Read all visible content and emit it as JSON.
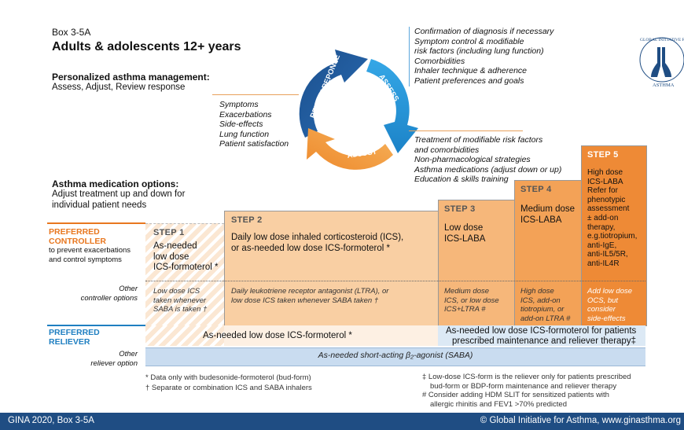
{
  "box_label": "Box 3-5A",
  "title": "Adults & adolescents 12+ years",
  "personalized": {
    "heading": "Personalized asthma management:",
    "sub": "Assess, Adjust, Review response"
  },
  "cycle": {
    "review_label": "REVIEW REPONSE",
    "assess_label": "ASSESS",
    "adjust_label": "ADJUST",
    "review_items": [
      "Symptoms",
      "Exacerbations",
      "Side-effects",
      "Lung function",
      "Patient satisfaction"
    ],
    "assess_items": [
      "Confirmation of diagnosis if necessary",
      "Symptom control & modifiable",
      "risk factors (including lung function)",
      "Comorbidities",
      "Inhaler technique & adherence",
      "Patient preferences and goals"
    ],
    "adjust_items": [
      "Treatment of modifiable risk factors",
      "and comorbidities",
      "Non-pharmacological strategies",
      "Asthma medications (adjust down or up)",
      "Education & skills training"
    ]
  },
  "logo": {
    "text_top": "GLOBAL INITIATIVE FOR",
    "text_bottom": "ASTHMA"
  },
  "medication": {
    "heading": "Asthma medication options:",
    "sub1": "Adjust treatment up and down for",
    "sub2": "individual patient needs"
  },
  "left_labels": {
    "preferred_controller_1": "PREFERRED",
    "preferred_controller_2": "CONTROLLER",
    "controller_sub1": "to prevent exacerbations",
    "controller_sub2": "and control symptoms",
    "other_controller_1": "Other",
    "other_controller_2": "controller options",
    "preferred_reliever_1": "PREFERRED",
    "preferred_reliever_2": "RELIEVER",
    "other_reliever_1": "Other",
    "other_reliever_2": "reliever option"
  },
  "steps": [
    {
      "label": "STEP 1",
      "lines": [
        "As-needed",
        "low dose",
        "ICS-formoterol *"
      ],
      "other": [
        "Low dose ICS",
        "taken whenever",
        "SABA is taken †"
      ]
    },
    {
      "label": "STEP 2",
      "lines": [
        "Daily low dose inhaled corticosteroid (ICS),",
        "or as-needed low dose ICS-formoterol *"
      ],
      "other": [
        "Daily leukotriene receptor antagonist (LTRA), or",
        "low dose ICS taken whenever SABA taken †"
      ]
    },
    {
      "label": "STEP 3",
      "lines": [
        "Low dose",
        "ICS-LABA"
      ],
      "other": [
        "Medium dose",
        "ICS, or low dose",
        "ICS+LTRA #"
      ]
    },
    {
      "label": "STEP 4",
      "lines": [
        "Medium dose",
        "ICS-LABA"
      ],
      "other": [
        "High dose",
        "ICS, add-on",
        "tiotropium, or",
        "add-on LTRA #"
      ]
    },
    {
      "label": "STEP 5",
      "lines": [
        "High dose",
        "ICS-LABA",
        "Refer for",
        "phenotypic",
        "assessment",
        "± add-on",
        "therapy,",
        "e.g.tiotropium,",
        "anti-IgE,",
        "anti-IL5/5R,",
        "anti-IL4R"
      ],
      "other": [
        "Add low dose",
        "OCS, but",
        "consider",
        "side-effects"
      ]
    }
  ],
  "reliever": {
    "left": "As-needed low dose ICS-formoterol *",
    "right_1": "As-needed low dose ICS-formoterol  for patients",
    "right_2": "prescribed maintenance and reliever therapy‡",
    "other": "As-needed short-acting β₂-agonist (SABA)"
  },
  "footnotes": {
    "left_1": "*  Data only with budesonide-formoterol (bud-form)",
    "left_2": "†  Separate or combination ICS and SABA inhalers",
    "right_1": "‡  Low-dose ICS-form is the reliever only for patients prescribed",
    "right_2": "bud-form or BDP-form maintenance and reliever therapy",
    "right_3": "#  Consider adding HDM SLIT for sensitized patients with",
    "right_4": "allergic rhinitis and FEV1 >70% predicted"
  },
  "footer": {
    "left": "GINA 2020, Box 3-5A",
    "right": "© Global Initiative for Asthma, www.ginasthma.org"
  },
  "colors": {
    "step1": "#fbe2c8",
    "step2": "#f9cfa3",
    "step3": "#f6b77a",
    "step4": "#f3a257",
    "step5": "#ee8a36",
    "reliever_band": "#dce9f5",
    "saba_band": "#c9dcf0",
    "brand_blue": "#1f4d83",
    "accent_orange": "#e8771f"
  }
}
